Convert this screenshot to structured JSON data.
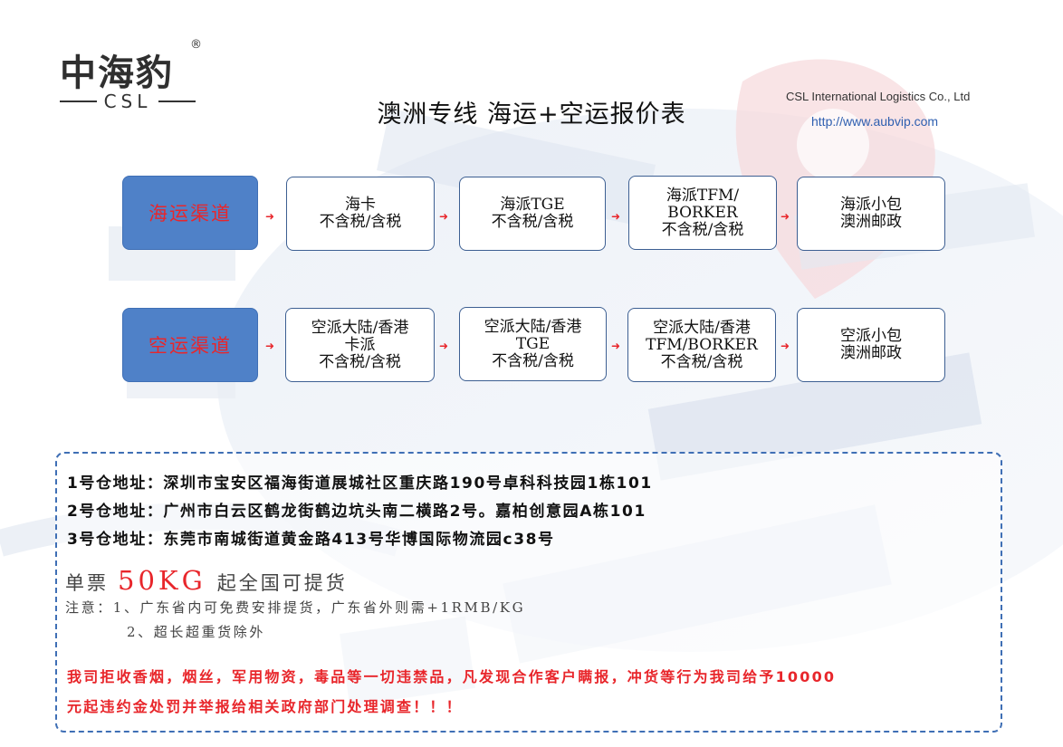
{
  "header": {
    "logo_cn": "中海豹",
    "logo_reg": "®",
    "logo_en": "CSL",
    "title": "澳洲专线 海运+空运报价表",
    "company": "CSL International Logistics Co., Ltd",
    "url": "http://www.aubvip.com"
  },
  "sea": {
    "label": "海运渠道",
    "boxes": [
      {
        "lines": [
          "海卡",
          "不含税/含税"
        ]
      },
      {
        "lines": [
          "海派TGE",
          "不含税/含税"
        ]
      },
      {
        "lines": [
          "海派TFM/",
          "BORKER",
          "不含税/含税"
        ]
      },
      {
        "lines": [
          "海派小包",
          "澳洲邮政"
        ]
      }
    ]
  },
  "air": {
    "label": "空运渠道",
    "boxes": [
      {
        "lines": [
          "空派大陆/香港",
          "卡派",
          "不含税/含税"
        ]
      },
      {
        "lines": [
          "空派大陆/香港",
          "TGE",
          "不含税/含税"
        ]
      },
      {
        "lines": [
          "空派大陆/香港",
          "TFM/BORKER",
          "不含税/含税"
        ]
      },
      {
        "lines": [
          "空派小包",
          "澳洲邮政"
        ]
      }
    ]
  },
  "arrow_glyph": "➜",
  "warehouses": [
    "1号仓地址：深圳市宝安区福海街道展城社区重庆路190号卓科科技园1栋101",
    "2号仓地址：广州市白云区鹤龙街鹤边坑头南二横路2号。嘉柏创意园A栋101",
    "3号仓地址：东莞市南城街道黄金路413号华博国际物流园c38号"
  ],
  "minimum": {
    "pre": "单票",
    "kg": "50KG",
    "post": "起全国可提货"
  },
  "notes": [
    "注意：1、广东省内可免费安排提货，广东省外则需+1RMB/KG",
    "2、超长超重货除外"
  ],
  "warning": [
    "我司拒收香烟，烟丝，军用物资，毒品等一切违禁品，凡发现合作客户瞒报，冲货等行为我司给予10000",
    "元起违约金处罚并举报给相关政府部门处理调查！！！"
  ],
  "colors": {
    "accent_red": "#e8262b",
    "channel_blue": "#4f81c8",
    "border_navy": "#3d5f92",
    "url_blue": "#2e5fb0"
  }
}
